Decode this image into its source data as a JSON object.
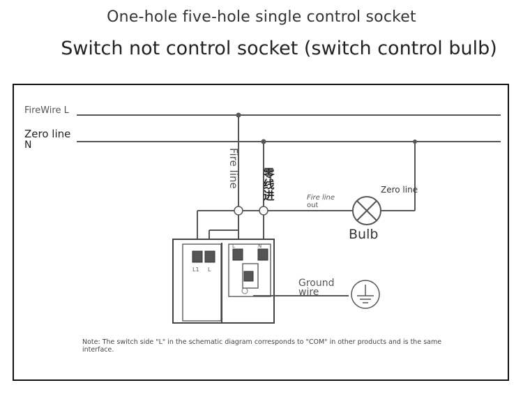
{
  "title": "One-hole five-hole single control socket",
  "subtitle": "Switch not control socket (switch control bulb)",
  "labels": {
    "firewire": "FireWire L",
    "zero_line": "Zero line",
    "n": "N",
    "fire_line_vertical": "Fire line",
    "zero_in_cn": "零线进",
    "fire_line_out_1": "Fire line",
    "fire_line_out_2": "out",
    "zero_line_bulb": "Zero line",
    "bulb": "Bulb",
    "ground_1": "Ground",
    "ground_2": "wire",
    "terminal_l1": "L1",
    "terminal_l": "L",
    "terminal_sock_l": "L",
    "terminal_sock_n": "N",
    "note": "Note: The switch side \"L\" in the schematic diagram corresponds to \"COM\" in other products and is the same interface."
  },
  "colors": {
    "wire": "#555555",
    "text": "#555555",
    "frame": "#111111"
  }
}
